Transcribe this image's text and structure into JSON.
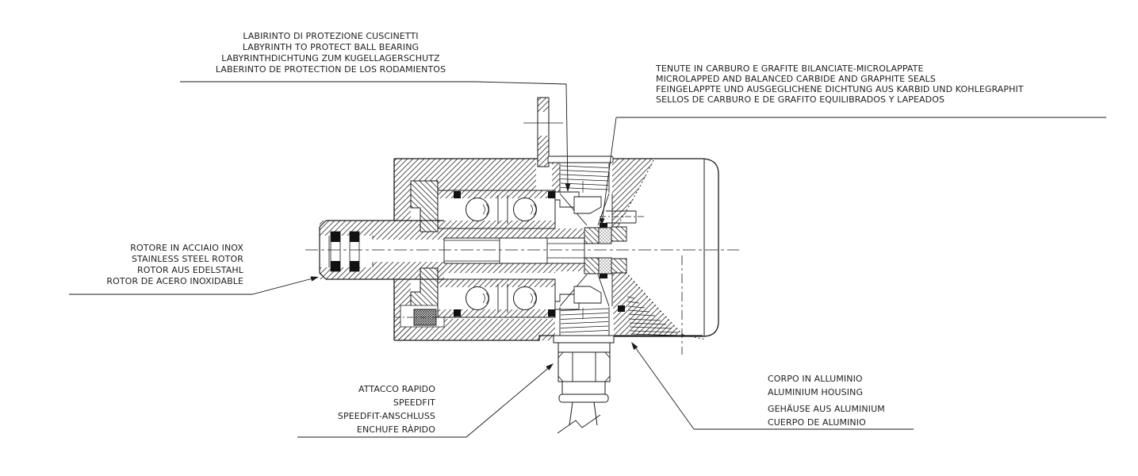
{
  "page": {
    "background": "#ffffff",
    "line_color": "#1a1a1a",
    "text_color": "#1f1f1f"
  },
  "labels": {
    "labyrinth": {
      "lines": [
        "LABIRINTO DI PROTEZIONE CUSCINETTI",
        "LABYRINTH TO PROTECT BALL BEARING",
        "LABYRINTHDICHTUNG ZUM KUGELLAGERSCHUTZ",
        "LABERINTO DE PROTECTION DE LOS RODAMIENTOS"
      ]
    },
    "seals": {
      "lines": [
        "TENUTE IN CARBURO E GRAFITE BILANCIATE-MICROLAPPATE",
        "MICROLAPPED AND BALANCED CARBIDE AND GRAPHITE SEALS",
        "FEINGELAPPTE UND AUSGEGLICHENE DICHTUNG AUS KARBID UND KOHLEGRAPHIT",
        "SELLOS DE CARBURO E DE GRAFITO EQUILIBRADOS Y LAPEADOS"
      ]
    },
    "rotor": {
      "lines": [
        "ROTORE IN ACCIAIO INOX",
        "STAINLESS STEEL ROTOR",
        "ROTOR AUS EDELSTAHL",
        "ROTOR DE ACERO INOXIDABLE"
      ]
    },
    "speedfit": {
      "lines": [
        "ATTACCO RAPIDO",
        "SPEEDFIT",
        "SPEEDFIT-ANSCHLUSS",
        "ENCHUFE RÀPIDO"
      ]
    },
    "housing": {
      "lines": [
        "CORPO IN ALLUMINIO",
        "ALUMINIUM HOUSING",
        "GEHÄUSE AUS ALUMINIUM",
        "CUERPO DE ALUMINIO"
      ]
    }
  }
}
